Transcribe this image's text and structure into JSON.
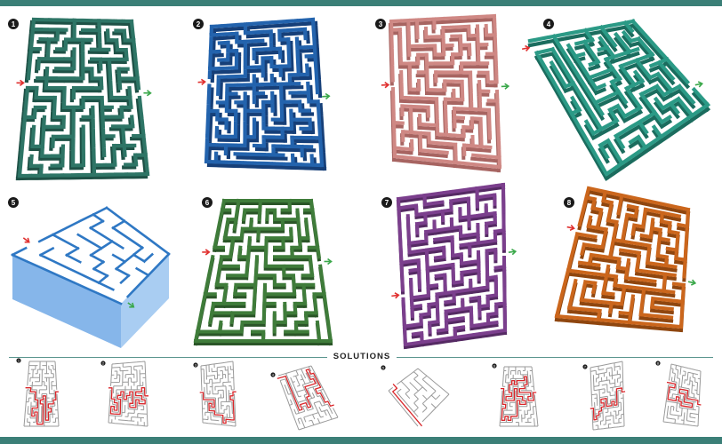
{
  "heading": "SOLUTIONS",
  "colors": {
    "frame_bar": "#3b7f77",
    "entry_arrow": "#e0302f",
    "exit_arrow": "#3aa84a",
    "solution_path": "#d9262a",
    "solution_walls": "#9a9a9a"
  },
  "mazes": [
    {
      "number": "1",
      "color": "#2e7566",
      "shade": "#1e5146"
    },
    {
      "number": "2",
      "color": "#2363ad",
      "shade": "#163f78"
    },
    {
      "number": "3",
      "color": "#cf8884",
      "shade": "#a76461"
    },
    {
      "number": "4",
      "color": "#2b9a86",
      "shade": "#1b6c5e"
    },
    {
      "number": "5",
      "color": "#2f78c4",
      "shade": "#86b6ea"
    },
    {
      "number": "6",
      "color": "#3f7c3a",
      "shade": "#2a5527"
    },
    {
      "number": "7",
      "color": "#7b3f8d",
      "shade": "#552a63"
    },
    {
      "number": "8",
      "color": "#cb661c",
      "shade": "#8f460f"
    }
  ]
}
